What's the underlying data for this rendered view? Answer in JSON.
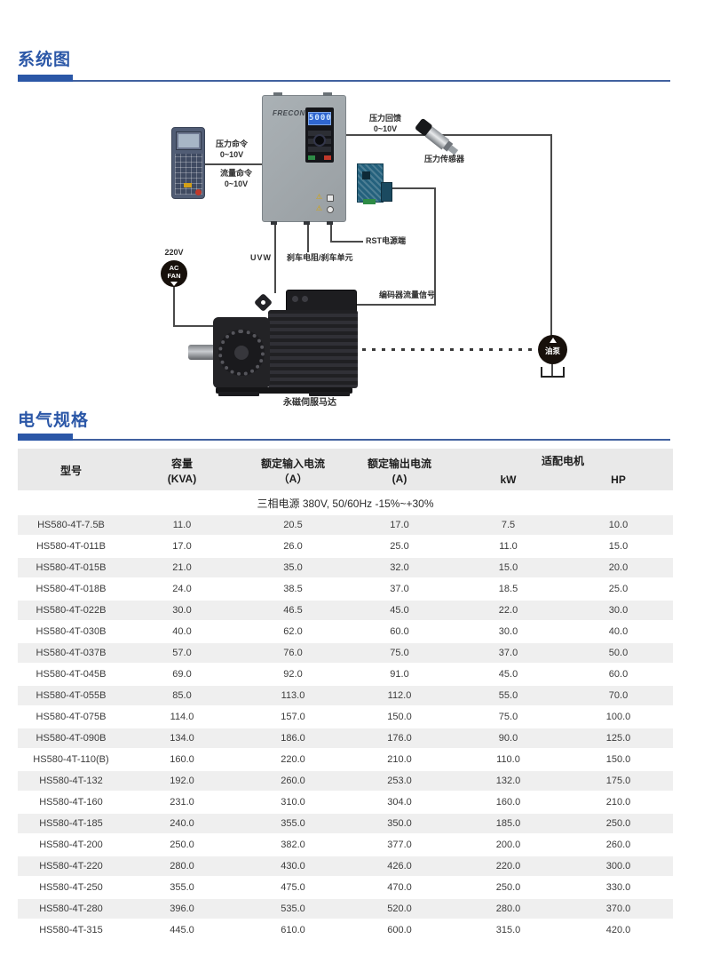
{
  "colors": {
    "accent": "#2b57a7",
    "rule": "#41619f",
    "header_bg": "#e9e9e9",
    "stripe_bg": "#efefef"
  },
  "sections": {
    "system": {
      "title": "系统图"
    },
    "electrical": {
      "title": "电气规格"
    }
  },
  "diagram": {
    "drive": {
      "brand": "FRECON",
      "display_value": "5000"
    },
    "labels": {
      "pressure_command": "压力命令\n0~10V",
      "flow_command": "流量命令\n0~10V",
      "pressure_feedback": "压力回馈\n0~10V",
      "pressure_sensor": "压力传感器",
      "rst_terminal": "RST电源端",
      "uvw": "UVW",
      "brake_unit": "刹车电阻/刹车单元",
      "encoder_signal": "编码器流量信号",
      "fan_voltage": "220V",
      "fan": "AC\nFAN",
      "motor": "永磁伺服马达",
      "oil_pump": "油泵"
    }
  },
  "spec_table": {
    "headers": {
      "model": "型号",
      "capacity": "容量\n(KVA)",
      "input_current": "额定输入电流\n（A）",
      "output_current": "额定输出电流\n(A)",
      "motor_match": "适配电机",
      "kw": "kW",
      "hp": "HP"
    },
    "power_note": "三相电源 380V, 50/60Hz -15%~+30%",
    "rows": [
      [
        "HS580-4T-7.5B",
        "11.0",
        "20.5",
        "17.0",
        "7.5",
        "10.0"
      ],
      [
        "HS580-4T-011B",
        "17.0",
        "26.0",
        "25.0",
        "11.0",
        "15.0"
      ],
      [
        "HS580-4T-015B",
        "21.0",
        "35.0",
        "32.0",
        "15.0",
        "20.0"
      ],
      [
        "HS580-4T-018B",
        "24.0",
        "38.5",
        "37.0",
        "18.5",
        "25.0"
      ],
      [
        "HS580-4T-022B",
        "30.0",
        "46.5",
        "45.0",
        "22.0",
        "30.0"
      ],
      [
        "HS580-4T-030B",
        "40.0",
        "62.0",
        "60.0",
        "30.0",
        "40.0"
      ],
      [
        "HS580-4T-037B",
        "57.0",
        "76.0",
        "75.0",
        "37.0",
        "50.0"
      ],
      [
        "HS580-4T-045B",
        "69.0",
        "92.0",
        "91.0",
        "45.0",
        "60.0"
      ],
      [
        "HS580-4T-055B",
        "85.0",
        "113.0",
        "112.0",
        "55.0",
        "70.0"
      ],
      [
        "HS580-4T-075B",
        "114.0",
        "157.0",
        "150.0",
        "75.0",
        "100.0"
      ],
      [
        "HS580-4T-090B",
        "134.0",
        "186.0",
        "176.0",
        "90.0",
        "125.0"
      ],
      [
        "HS580-4T-110(B)",
        "160.0",
        "220.0",
        "210.0",
        "110.0",
        "150.0"
      ],
      [
        "HS580-4T-132",
        "192.0",
        "260.0",
        "253.0",
        "132.0",
        "175.0"
      ],
      [
        "HS580-4T-160",
        "231.0",
        "310.0",
        "304.0",
        "160.0",
        "210.0"
      ],
      [
        "HS580-4T-185",
        "240.0",
        "355.0",
        "350.0",
        "185.0",
        "250.0"
      ],
      [
        "HS580-4T-200",
        "250.0",
        "382.0",
        "377.0",
        "200.0",
        "260.0"
      ],
      [
        "HS580-4T-220",
        "280.0",
        "430.0",
        "426.0",
        "220.0",
        "300.0"
      ],
      [
        "HS580-4T-250",
        "355.0",
        "475.0",
        "470.0",
        "250.0",
        "330.0"
      ],
      [
        "HS580-4T-280",
        "396.0",
        "535.0",
        "520.0",
        "280.0",
        "370.0"
      ],
      [
        "HS580-4T-315",
        "445.0",
        "610.0",
        "600.0",
        "315.0",
        "420.0"
      ]
    ]
  }
}
